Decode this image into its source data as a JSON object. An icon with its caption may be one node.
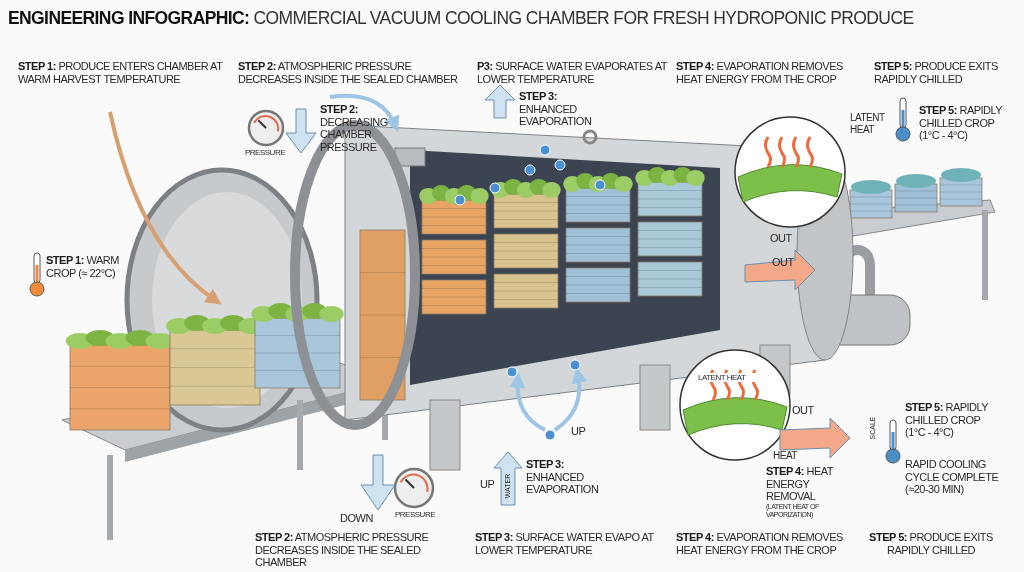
{
  "diagram": {
    "title": "**ENGINEERING INFOGRAPHIC:** COMMERCIAL VACUUM COOLING CHAMBER FOR FRESH HYDROPONIC PRODUCE",
    "labels": [
      "**STEP 1:** PRODUCE ENTERS CHAMBER AT WARM HARVEST TEMPERATURE",
      "**STEP 2:** ATMOSPHERIC PRESSURE DECREASES INSIDE THE SEALED CHAMBER",
      "**P3:** SURFACE WATER EVAPORATES AT LOWER TEMPERATURE",
      "**STEP 4:** EVAPORATION REMOVES HEAT ENERGY FROM THE CROP",
      "**STEP 5:** PRODUCE EXITS RAPIDLY CHILLED",
      "PRESSURE",
      "**STEP 2:** DECREASING CHAMBER PRESSURE",
      "**STEP 3:** ENHANCED EVAPORATION",
      "LATENT HEAT",
      "**STEP 5:** RAPIDLY CHILLED CROP (1°C - 4°C)",
      "**STEP 1:** WARM CROP (≈ 22°C)",
      "OUT",
      "OUT",
      "UP",
      "UP",
      "WATER",
      "**STEP 3:** ENHANCED EVAPORATION",
      "LATENT HEAT",
      "OUT",
      "HEAT",
      "**STEP 4:** HEAT ENERGY REMOVAL",
      "(LATENT HEAT OF VAPORIZATION)",
      "SCALE",
      "**STEP 5:** RAPIDLY CHILLED CROP (1°C - 4°C)",
      "RAPID COOLING CYCLE COMPLETE (≈20-30 MIN)",
      "DOWN",
      "PRESSURE",
      "**STEP 2:** ATMOSPHERIC PRESSURE DECREASES INSIDE THE SEALED CHAMBER",
      "**STEP 3:** SURFACE WATER EVAPO AT LOWER TEMPERATURE",
      "**STEP 4:** EVAPORATION REMOVES HEAT ENERGY FROM THE CROP",
      "**STEP 5:** PRODUCE EXITS RAPIDLY CHILLED"
    ]
  }
}
